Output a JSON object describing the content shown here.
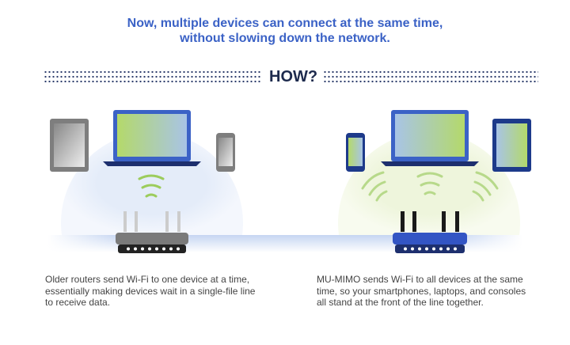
{
  "title": {
    "line1": "Now, multiple devices can connect at the same time,",
    "line2": "without slowing down the network."
  },
  "section_label": "HOW?",
  "left_panel": {
    "description": "Older routers send Wi-Fi to one device at a time, essentially making devices wait in a single-file line to receive data."
  },
  "right_panel": {
    "description": "MU-MIMO sends Wi-Fi to all devices at the same time, so your smartphones, laptops, and consoles all stand at the front of the line together."
  },
  "colors": {
    "accent": "#3b62c6",
    "left_glow": "#e4ecf9",
    "right_glow": "#eef5dc",
    "router_old": "#7a7a7a",
    "router_new": "#3355c4"
  }
}
